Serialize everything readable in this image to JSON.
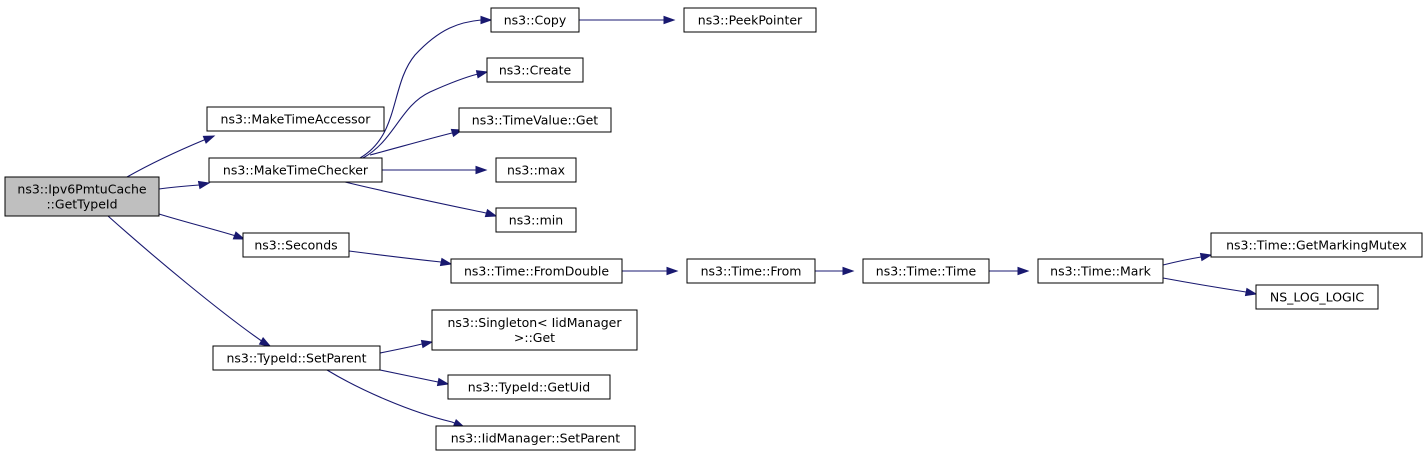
{
  "diagram": {
    "title": "",
    "colors": {
      "edge": "#191970",
      "root_fill": "#bfbfbf",
      "node_fill": "#ffffff",
      "node_border": "#000000"
    },
    "nodes": [
      {
        "id": "root",
        "lines": [
          "ns3::Ipv6PmtuCache",
          "::GetTypeId"
        ]
      },
      {
        "id": "maketimeaccessor",
        "lines": [
          "ns3::MakeTimeAccessor"
        ]
      },
      {
        "id": "maketimechecker",
        "lines": [
          "ns3::MakeTimeChecker"
        ]
      },
      {
        "id": "seconds",
        "lines": [
          "ns3::Seconds"
        ]
      },
      {
        "id": "setparent",
        "lines": [
          "ns3::TypeId::SetParent"
        ]
      },
      {
        "id": "copy",
        "lines": [
          "ns3::Copy"
        ]
      },
      {
        "id": "peekpointer",
        "lines": [
          "ns3::PeekPointer"
        ]
      },
      {
        "id": "create",
        "lines": [
          "ns3::Create"
        ]
      },
      {
        "id": "timevalueget",
        "lines": [
          "ns3::TimeValue::Get"
        ]
      },
      {
        "id": "max",
        "lines": [
          "ns3::max"
        ]
      },
      {
        "id": "min",
        "lines": [
          "ns3::min"
        ]
      },
      {
        "id": "fromdouble",
        "lines": [
          "ns3::Time::FromDouble"
        ]
      },
      {
        "id": "from",
        "lines": [
          "ns3::Time::From"
        ]
      },
      {
        "id": "time",
        "lines": [
          "ns3::Time::Time"
        ]
      },
      {
        "id": "mark",
        "lines": [
          "ns3::Time::Mark"
        ]
      },
      {
        "id": "getmarkingmutex",
        "lines": [
          "ns3::Time::GetMarkingMutex"
        ]
      },
      {
        "id": "nsloglogic",
        "lines": [
          "NS_LOG_LOGIC"
        ]
      },
      {
        "id": "singletonget",
        "lines": [
          "ns3::Singleton< IidManager",
          ">::Get"
        ]
      },
      {
        "id": "getuid",
        "lines": [
          "ns3::TypeId::GetUid"
        ]
      },
      {
        "id": "iidsetparent",
        "lines": [
          "ns3::IidManager::SetParent"
        ]
      }
    ],
    "edges": [
      {
        "from": "root",
        "to": "maketimeaccessor"
      },
      {
        "from": "root",
        "to": "maketimechecker"
      },
      {
        "from": "root",
        "to": "seconds"
      },
      {
        "from": "root",
        "to": "setparent"
      },
      {
        "from": "maketimechecker",
        "to": "copy"
      },
      {
        "from": "maketimechecker",
        "to": "create"
      },
      {
        "from": "maketimechecker",
        "to": "timevalueget"
      },
      {
        "from": "maketimechecker",
        "to": "max"
      },
      {
        "from": "maketimechecker",
        "to": "min"
      },
      {
        "from": "copy",
        "to": "peekpointer"
      },
      {
        "from": "seconds",
        "to": "fromdouble"
      },
      {
        "from": "fromdouble",
        "to": "from"
      },
      {
        "from": "from",
        "to": "time"
      },
      {
        "from": "time",
        "to": "mark"
      },
      {
        "from": "mark",
        "to": "getmarkingmutex"
      },
      {
        "from": "mark",
        "to": "nsloglogic"
      },
      {
        "from": "setparent",
        "to": "singletonget"
      },
      {
        "from": "setparent",
        "to": "getuid"
      },
      {
        "from": "setparent",
        "to": "iidsetparent"
      }
    ]
  }
}
